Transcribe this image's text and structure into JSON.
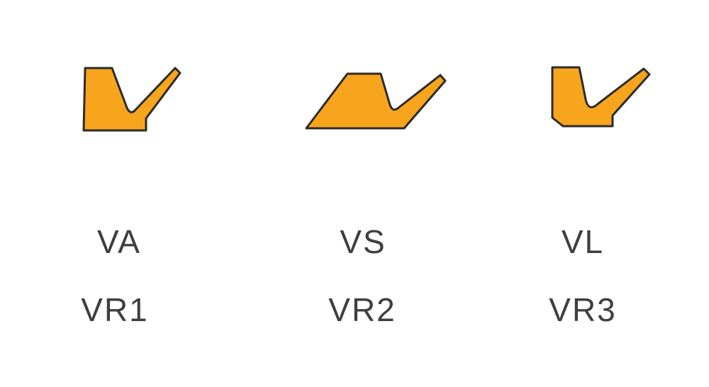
{
  "colors": {
    "background": "#FFFFFF",
    "shape_fill": "#F7A51D",
    "shape_stroke": "#2B2B2B",
    "label_color": "#3F3F3F"
  },
  "profiles": [
    {
      "name": "VA",
      "alt_name": "VR1",
      "icon": "va-seal-profile-shape"
    },
    {
      "name": "VS",
      "alt_name": "VR2",
      "icon": "vs-seal-profile-shape"
    },
    {
      "name": "VL",
      "alt_name": "VR3",
      "icon": "vl-seal-profile-shape"
    }
  ]
}
